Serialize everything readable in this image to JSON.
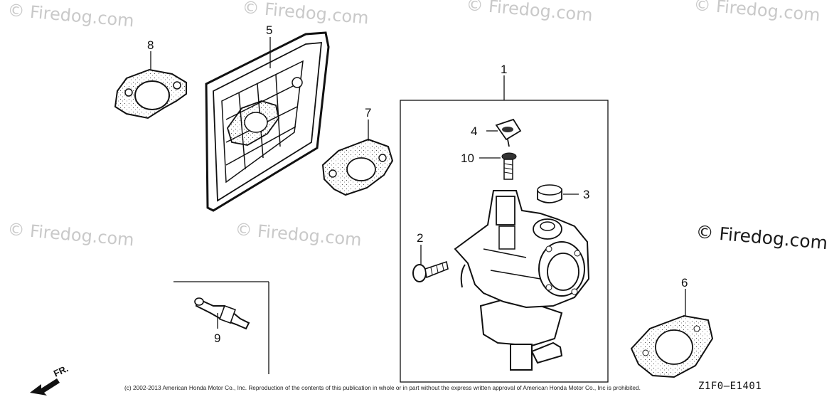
{
  "watermark": {
    "text": "Firedog.com",
    "symbol": "©",
    "prominent_text": "© Firedog.com"
  },
  "callouts": {
    "p1": "1",
    "p2": "2",
    "p3": "3",
    "p4": "4",
    "p5": "5",
    "p6": "6",
    "p7": "7",
    "p8": "8",
    "p9": "9",
    "p10": "10"
  },
  "direction": {
    "label": "FR."
  },
  "footer": {
    "copyright": "(c) 2002-2013 American Honda Motor Co., Inc. Reproduction of the contents of this publication in whole or in part without the express written approval of American Honda Motor Co., Inc is prohibited.",
    "diagram_code": "Z1F0—E1401"
  },
  "colors": {
    "line": "#111111",
    "watermark": "#c9c9c9",
    "speckle": "#555555"
  }
}
